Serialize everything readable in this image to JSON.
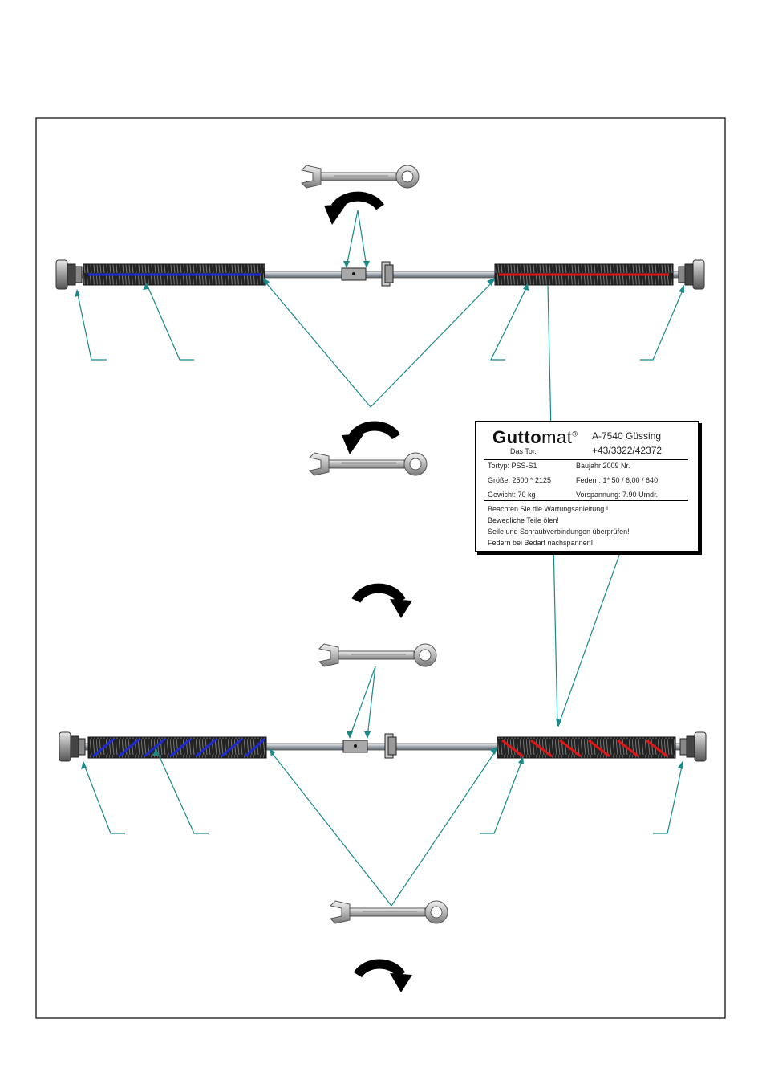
{
  "nameplate": {
    "brand_bold": "Gutto",
    "brand_thin": "mat",
    "brand_mark": "®",
    "tagline": "Das Tor.",
    "address": "A-7540 Güssing",
    "phone": "+43/3322/42372",
    "rows": [
      {
        "left": "Tortyp: PSS-S1",
        "right": "Baujahr 2009 Nr."
      },
      {
        "left": "Größe: 2500 * 2125",
        "right": "Federn: 1* 50 / 6,00 / 640"
      },
      {
        "left": "Gewicht: 70 kg",
        "right": "Vorspannung: 7.90 Umdr."
      }
    ],
    "notes": [
      "Beachten Sie die Wartungsanleitung !",
      "Bewegliche Teile ölen!",
      "Seile und Schraubverbindungen überprüfen!",
      "Federn bei Bedarf nachspannen!"
    ]
  },
  "colors": {
    "left_spring": "#1c2bd6",
    "right_spring": "#e01515",
    "leader": "#1a8a8a",
    "arrow": "#000000",
    "frame": "#000000"
  },
  "icons": [
    "wrench-icon",
    "rotation-arrow-icon"
  ]
}
